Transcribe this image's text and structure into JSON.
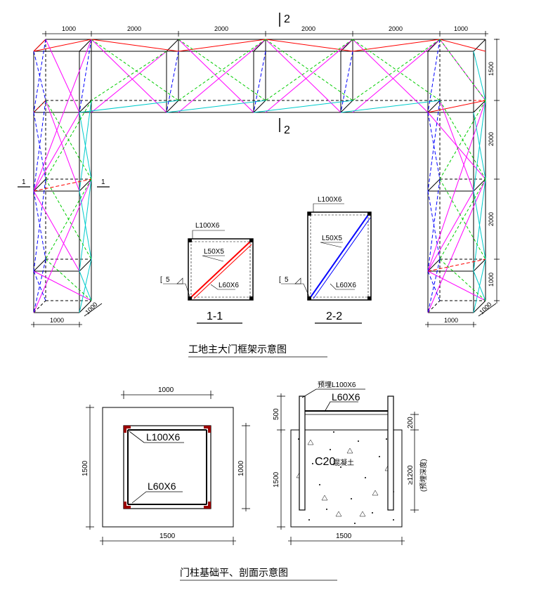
{
  "frame": {
    "dims_top": [
      "1000",
      "2000",
      "2000",
      "2000",
      "2000",
      "1000"
    ],
    "dims_right": [
      "1500",
      "2000",
      "2000",
      "1000"
    ],
    "dim_bottom_left": "1000",
    "dim_bottom_left_depth": "1000",
    "dim_bottom_right": "1000",
    "dim_bottom_right_depth": "1000",
    "section_mark_2": "2",
    "section_mark_1": "1"
  },
  "section_1": {
    "outer_angle": "L100X6",
    "brace": "L50X5",
    "inner_angle": "L60X6",
    "weld": "5",
    "title": "1-1"
  },
  "section_2": {
    "outer_angle": "L100X6",
    "brace": "L50X5",
    "inner_angle": "L60X6",
    "weld": "5",
    "title": "2-2"
  },
  "caption_frame": "工地主大门框架示意图",
  "plan": {
    "dim_top": "1000",
    "dim_left": "1500",
    "dim_right": "1000",
    "dim_bottom": "1500",
    "label_outer": "L100X6",
    "label_inner": "L60X6"
  },
  "elevation": {
    "label_embed": "预埋L100X6",
    "label_beam": "L60X6",
    "dim_top_left": "500",
    "dim_left": "1500",
    "dim_bottom": "1500",
    "dim_right_top": "200",
    "dim_right": "≥1200",
    "dim_right_note": "(预埋深度)",
    "concrete": "C20",
    "concrete_suffix": "混凝土"
  },
  "caption_foundation": "门柱基础平、剖面示意图",
  "colors": {
    "red": "#ff0000",
    "magenta": "#ff00ff",
    "green": "#00cc00",
    "blue": "#0000ff",
    "cyan": "#00cccc",
    "dark_red": "#990000",
    "black": "#000000"
  }
}
